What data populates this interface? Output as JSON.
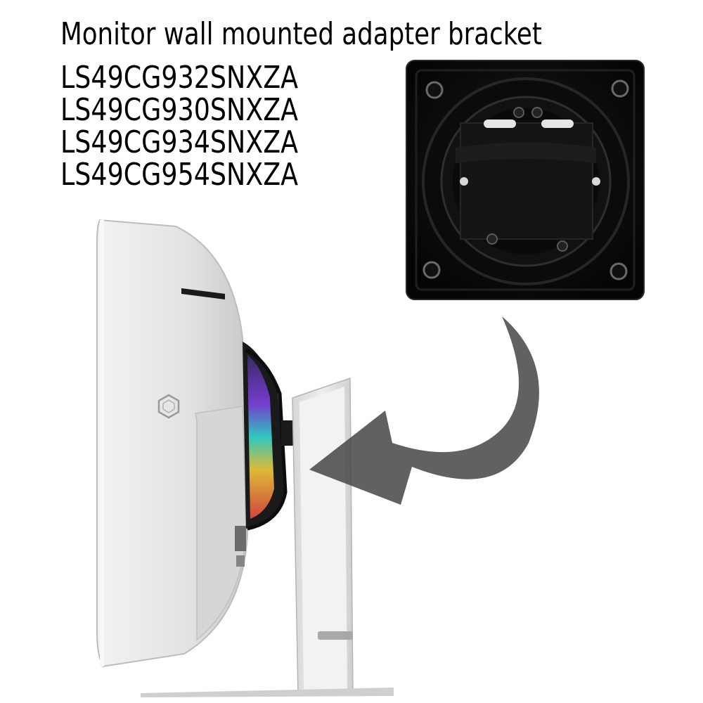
{
  "header": {
    "title": "Monitor wall mounted adapter bracket",
    "models": [
      "LS49CG932SNXZA",
      "LS49CG930SNXZA",
      "LS49CG934SNXZA",
      "LS49CG954SNXZA"
    ]
  },
  "colors": {
    "text": "#000000",
    "bracket": "#0d0d0d",
    "arrow": "#4d4d4d",
    "monitor": "#e6e6e6",
    "stand": "#dcdcdc"
  },
  "icons": [
    "bracket-photo",
    "curved-arrow-icon",
    "monitor-illustration",
    "hexagon-logo-icon"
  ]
}
